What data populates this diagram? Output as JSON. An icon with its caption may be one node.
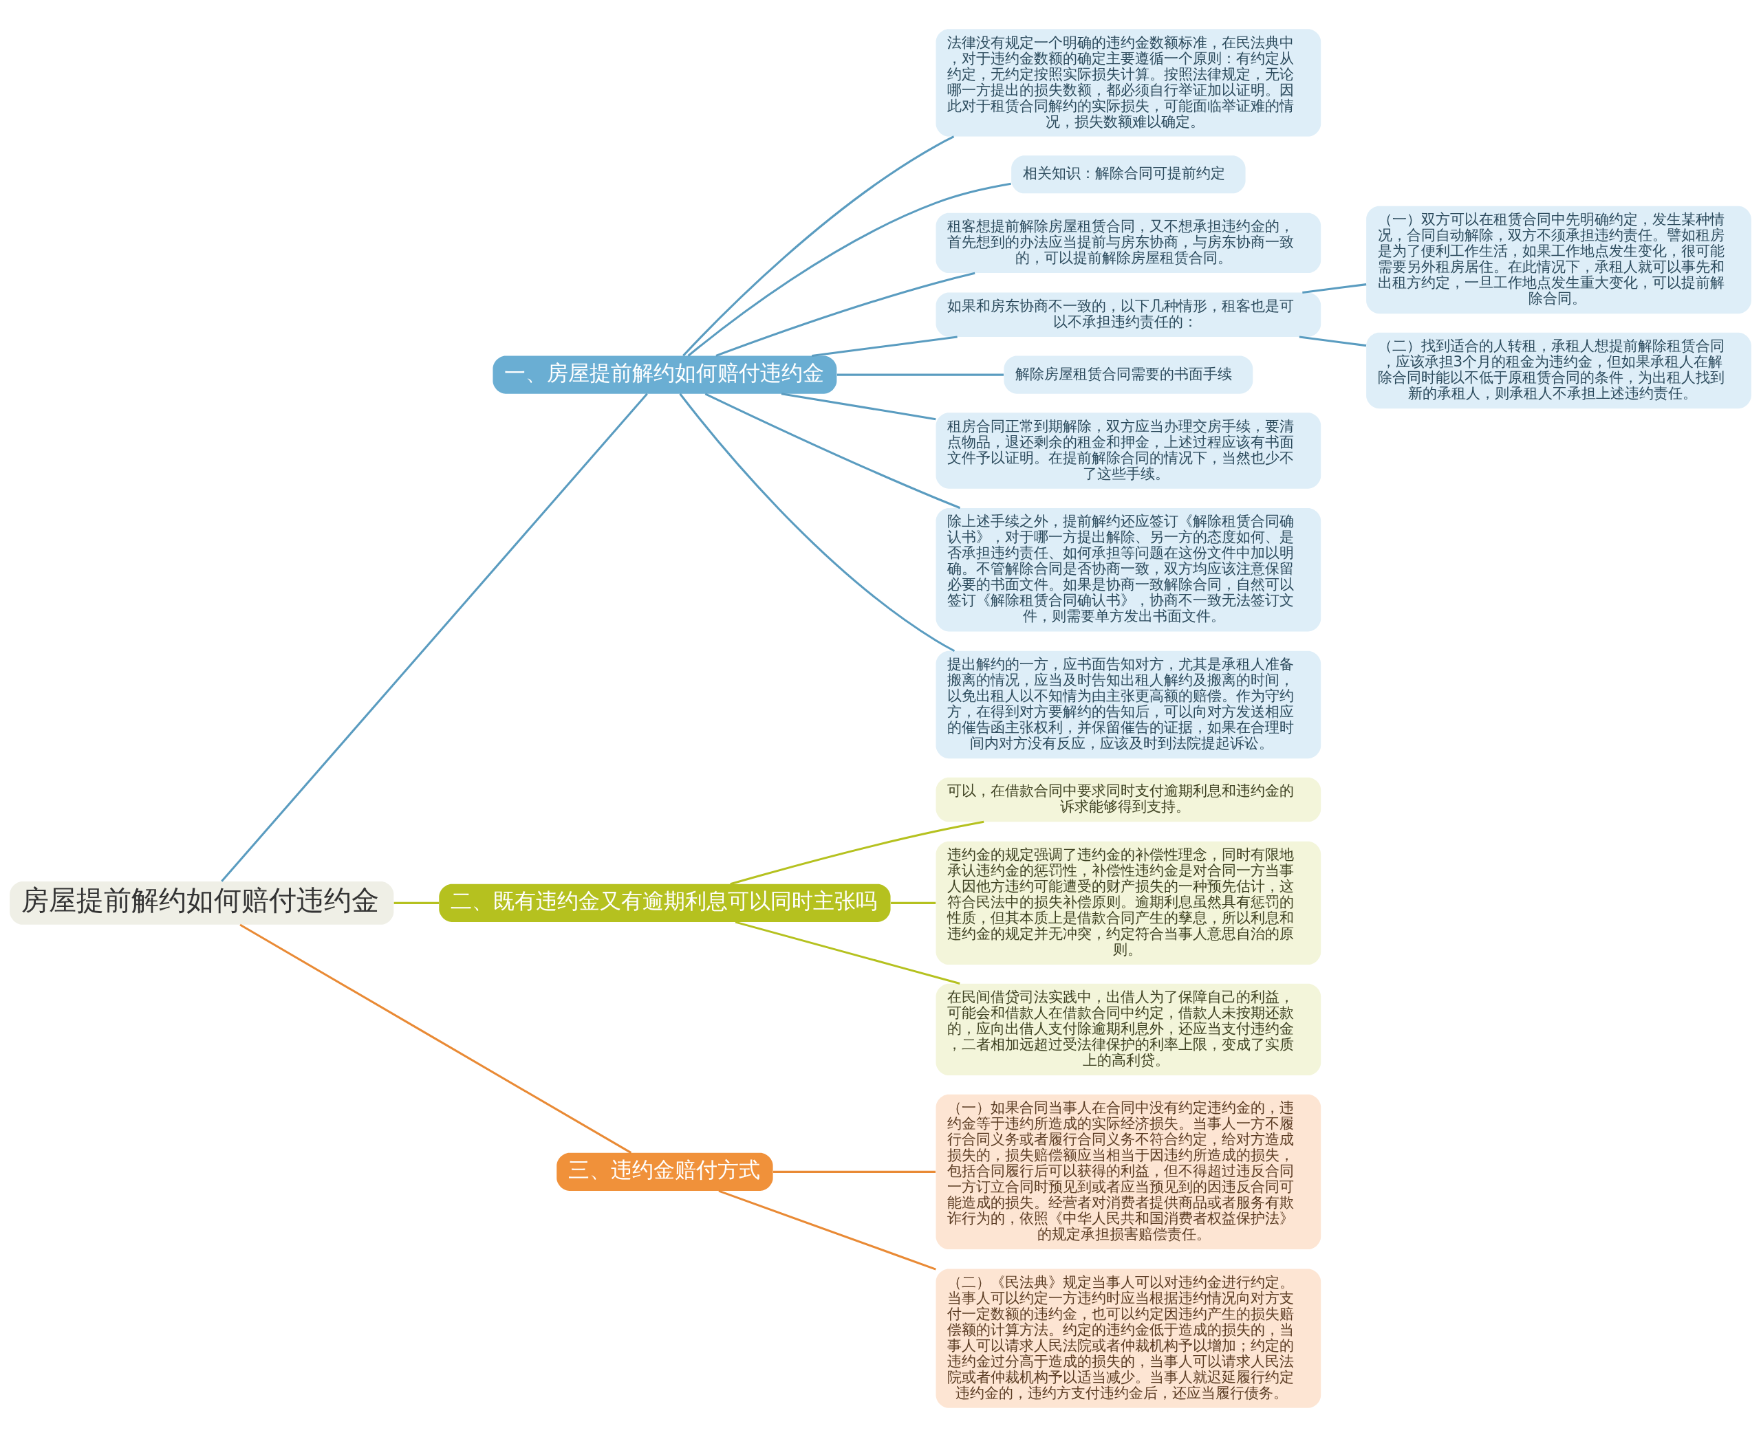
{
  "diagram": {
    "nodes": [
      {
        "text": [
          "房屋提前解约如何赔付违约金"
        ]
      },
      {
        "text": [
          "一、房屋提前解约如何赔付违约金"
        ]
      },
      {
        "text": [
          "法律没有规定一个明确的违约金数额标准，在民法典中，对于违约金数额的确定主要遵循一个原则：有约定从约定，无约定按照实际损失计算。按照法律规定，无论哪一方提出的损失数额，都必须自行举证加以证明。因此对于租赁合同解约的实际损失，可能面临举证难的情况，损失数额难以确定。"
        ]
      },
      {
        "text": [
          "相关知识：解除合同可提前约定"
        ]
      },
      {
        "text": [
          "租客想提前解除房屋租赁合同，又不想承担违约金的，首先想到的办法应当提前与房东协商，与房东协商一致的，可以提前解除房屋租赁合同。"
        ]
      },
      {
        "text": [
          "如果和房东协商不一致的，以下几种情形，租客也是可以不承担违约责任的："
        ]
      },
      {
        "text": [
          "（一）双方可以在租赁合同中先明确约定，发生某种情况，合同自动解除，双方不须承担违约责任。譬如租房是为了便利工作生活，如果工作地点发生变化，很可能需要另外租房居住。在此情况下，承租人就可以事先和出租方约定，一旦工作地点发生重大变化，可以提前解除合同。"
        ]
      },
      {
        "text": [
          "（二）找到适合的人转租，承租人想提前解除租赁合同，应该承担3个月的租金为违约金，但如果承租人在解除合同时能以不低于原租赁合同的条件，为出租人找到新的承租人，则承租人不承担上述违约责任。"
        ]
      },
      {
        "text": [
          "解除房屋租赁合同需要的书面手续"
        ]
      },
      {
        "text": [
          "租房合同正常到期解除，双方应当办理交房手续，要清点物品，退还剩余的租金和押金，上述过程应该有书面文件予以证明。在提前解除合同的情况下，当然也少不了这些手续。"
        ]
      },
      {
        "text": [
          "除上述手续之外，提前解约还应签订《解除租赁合同确认书》，对于哪一方提出解除、另一方的态度如何、是否承担违约责任、如何承担等问题在这份文件中加以明确。不管解除合同是否协商一致，双方均应该注意保留必要的书面文件。如果是协商一致解除合同，自然可以签订《解除租赁合同确认书》，协商不一致无法签订文件，则需要单方发出书面文件。"
        ]
      },
      {
        "text": [
          "提出解约的一方，应书面告知对方，尤其是承租人准备搬离的情况，应当及时告知出租人解约及搬离的时间，以免出租人以不知情为由主张更高额的赔偿。作为守约方，在得到对方要解约的告知后，可以向对方发送相应的催告函主张权利，并保留催告的证据，如果在合理时间内对方没有反应，应该及时到法院提起诉讼。"
        ]
      },
      {
        "text": [
          "二、既有违约金又有逾期利息可以同时主张吗"
        ]
      },
      {
        "text": [
          "可以，在借款合同中要求同时支付逾期利息和违约金的诉求能够得到支持。"
        ]
      },
      {
        "text": [
          "违约金的规定强调了违约金的补偿性理念，同时有限地承认违约金的惩罚性，补偿性违约金是对合同一方当事人因他方违约可能遭受的财产损失的一种预先估计，这符合民法中的损失补偿原则。逾期利息虽然具有惩罚的性质，但其本质上是借款合同产生的孳息，所以利息和违约金的规定并无冲突，约定符合当事人意思自治的原则。"
        ]
      },
      {
        "text": [
          "在民间借贷司法实践中，出借人为了保障自己的利益，可能会和借款人在借款合同中约定，借款人未按期还款的，应向出借人支付除逾期利息外，还应当支付违约金，二者相加远超过受法律保护的利率上限，变成了实质上的高利贷。"
        ]
      },
      {
        "text": [
          "三、违约金赔付方式"
        ]
      },
      {
        "text": [
          "（一）如果合同当事人在合同中没有约定违约金的，违约金等于违约所造成的实际经济损失。当事人一方不履行合同义务或者履行合同义务不符合约定，给对方造成损失的，损失赔偿额应当相当于因违约所造成的损失，包括合同履行后可以获得的利益，但不得超过违反合同一方订立合同时预见到或者应当预见到的因违反合同可能造成的损失。经营者对消费者提供商品或者服务有欺诈行为的，依照《中华人民共和国消费者权益保护法》的规定承担损害赔偿责任。"
        ]
      },
      {
        "text": [
          "（二）《民法典》规定当事人可以对违约金进行约定。当事人可以约定一方违约时应当根据违约情况向对方支付一定数额的违约金，也可以约定因违约产生的损失赔偿额的计算方法。约定的违约金低于造成的损失的，当事人可以请求人民法院或者仲裁机构予以增加；约定的违约金过分高于造成的损失的，当事人可以请求人民法院或者仲裁机构予以适当减少。当事人就迟延履行约定违约金的，违约方支付违约金后，还应当履行债务。"
        ]
      }
    ],
    "edges": [
      {
        "from": 0,
        "to": 1,
        "arrow": "none"
      },
      {
        "from": 1,
        "to": 2,
        "arrow": "none"
      },
      {
        "from": 1,
        "to": 3,
        "arrow": "none"
      },
      {
        "from": 1,
        "to": 4,
        "arrow": "none"
      },
      {
        "from": 1,
        "to": 5,
        "arrow": "none"
      },
      {
        "from": 5,
        "to": 6,
        "arrow": "none"
      },
      {
        "from": 5,
        "to": 7,
        "arrow": "none"
      },
      {
        "from": 1,
        "to": 8,
        "arrow": "none"
      },
      {
        "from": 1,
        "to": 9,
        "arrow": "none"
      },
      {
        "from": 1,
        "to": 10,
        "arrow": "none"
      },
      {
        "from": 1,
        "to": 11,
        "arrow": "none"
      },
      {
        "from": 0,
        "to": 12,
        "arrow": "none",
        "color": "#b5c11f"
      },
      {
        "from": 12,
        "to": 13,
        "arrow": "none",
        "color": "#b5c11f"
      },
      {
        "from": 12,
        "to": 14,
        "arrow": "none",
        "color": "#b5c11f"
      },
      {
        "from": 12,
        "to": 15,
        "arrow": "none",
        "color": "#b5c11f"
      },
      {
        "from": 0,
        "to": 16,
        "arrow": "none",
        "color": "#e98a35"
      },
      {
        "from": 16,
        "to": 17,
        "arrow": "none",
        "color": "#e98a35"
      },
      {
        "from": 16,
        "to": 18,
        "arrow": "none",
        "color": "#e98a35"
      }
    ]
  }
}
